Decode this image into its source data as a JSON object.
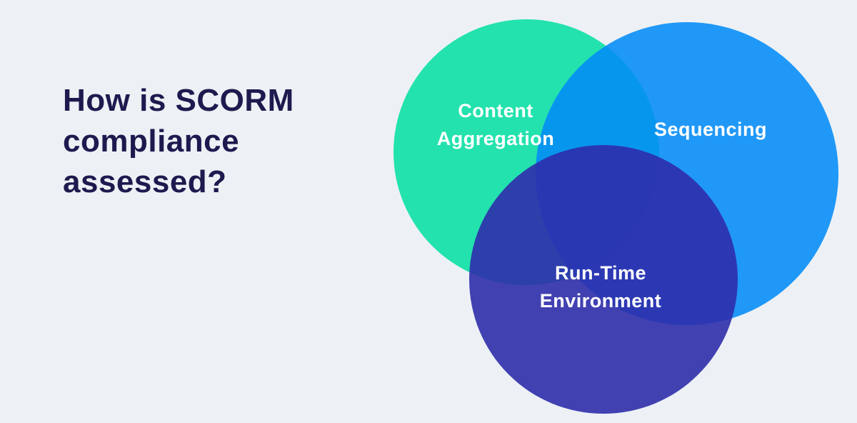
{
  "page": {
    "background_color": "#edf1f5",
    "heading": {
      "text": "How is SCORM\ncompliance\nassessed?",
      "color": "#1e1a4f"
    }
  },
  "diagram": {
    "type": "venn",
    "label_text_color": "#ffffff",
    "circles": [
      {
        "id": "content-aggregation",
        "label": "Content\nAggregation",
        "fill": "rgba(35, 226, 173, 1)",
        "apparent_color": "#23E2AD"
      },
      {
        "id": "sequencing",
        "label": "Sequencing",
        "fill": "rgba(3, 139, 247, 0.88)",
        "apparent_color": "#1F97F7"
      },
      {
        "id": "run-time-environment",
        "label": "Run-Time\nEnvironment",
        "fill": "rgba(45, 45, 171, 0.9)",
        "apparent_color": "#4040B2"
      }
    ]
  }
}
